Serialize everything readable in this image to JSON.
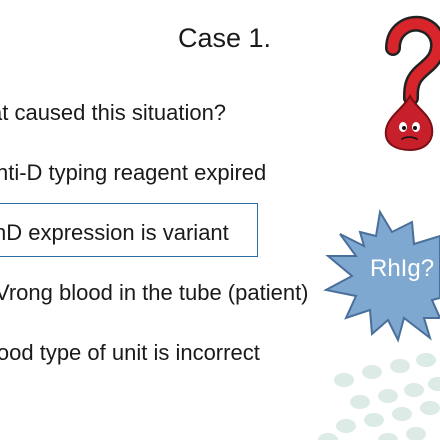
{
  "slide": {
    "title": "Case 1.",
    "question": "at caused this situation?",
    "options": [
      "nti-D typing reagent expired",
      "hD expression is variant",
      "Vrong blood in the tube (patient)",
      "lood type of unit is incorrect"
    ],
    "highlighted_option_index": 1,
    "starburst_label": "RhIg?",
    "colors": {
      "highlight_border": "#2e6b9e",
      "starburst_fill": "#7fa8d1",
      "starburst_stroke": "#4a6f9a",
      "question_mark": "#d8242b",
      "blood_drop": "#c8202a",
      "dot_pattern": "#dcebe6",
      "text": "#1a1a1a"
    },
    "icons": [
      "question-mark-icon",
      "blood-drop-icon",
      "starburst-shape",
      "dot-pattern"
    ]
  }
}
